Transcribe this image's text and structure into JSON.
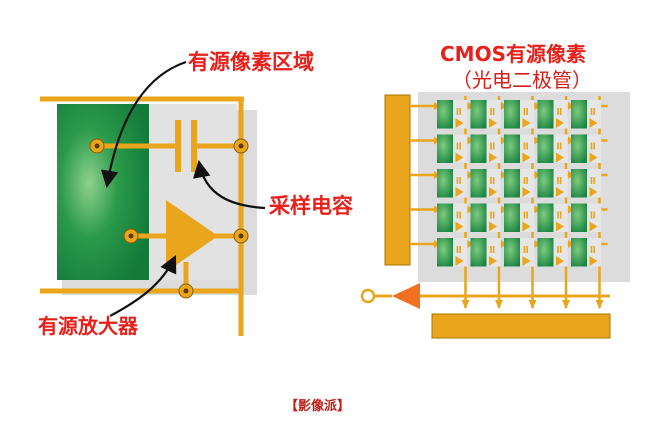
{
  "labels": {
    "active_pixel_area": "有源像素区域",
    "sampling_capacitor": "采样电容",
    "active_amplifier": "有源放大器",
    "cmos_title": "CMOS有源像素",
    "cmos_subtitle": "（光电二极管）",
    "footer": "【影像派】"
  },
  "colors": {
    "wire": "#e9a51b",
    "photodiode": "#1b8a46",
    "label_red": "#e8201a",
    "shadow": "#d9d9d9",
    "amp_triangle": "#f07020"
  },
  "pixel_grid": {
    "rows": 5,
    "cols": 5
  }
}
